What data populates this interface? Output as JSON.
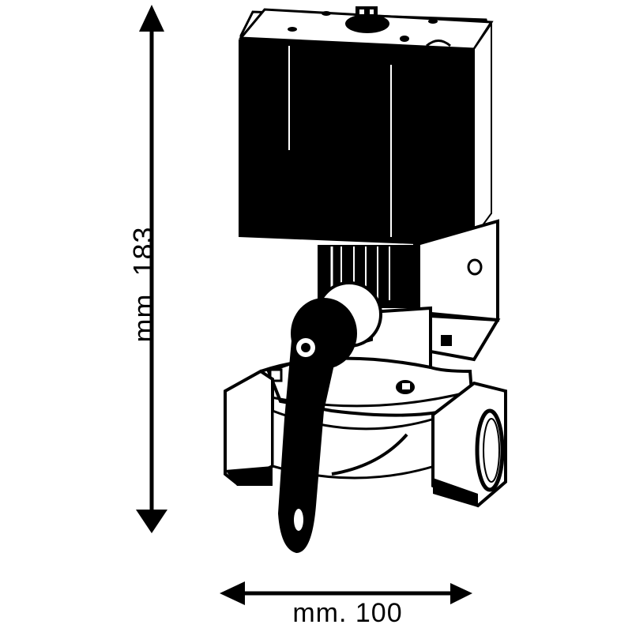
{
  "diagram": {
    "subject": "solenoid valve with manual reset lever",
    "colors": {
      "ink": "#000000",
      "paper": "#ffffff"
    },
    "dimensions": {
      "height": {
        "label": "mm. 183",
        "value": 183,
        "unit": "mm",
        "orientation": "vertical"
      },
      "width": {
        "label": "mm. 100",
        "value": 100,
        "unit": "mm",
        "orientation": "horizontal"
      }
    },
    "parts": [
      "coil-housing",
      "top-nut",
      "armature-tube",
      "mounting-bracket",
      "reset-knob",
      "reset-lever",
      "valve-bonnet",
      "valve-body",
      "inlet-port",
      "outlet-port"
    ]
  }
}
